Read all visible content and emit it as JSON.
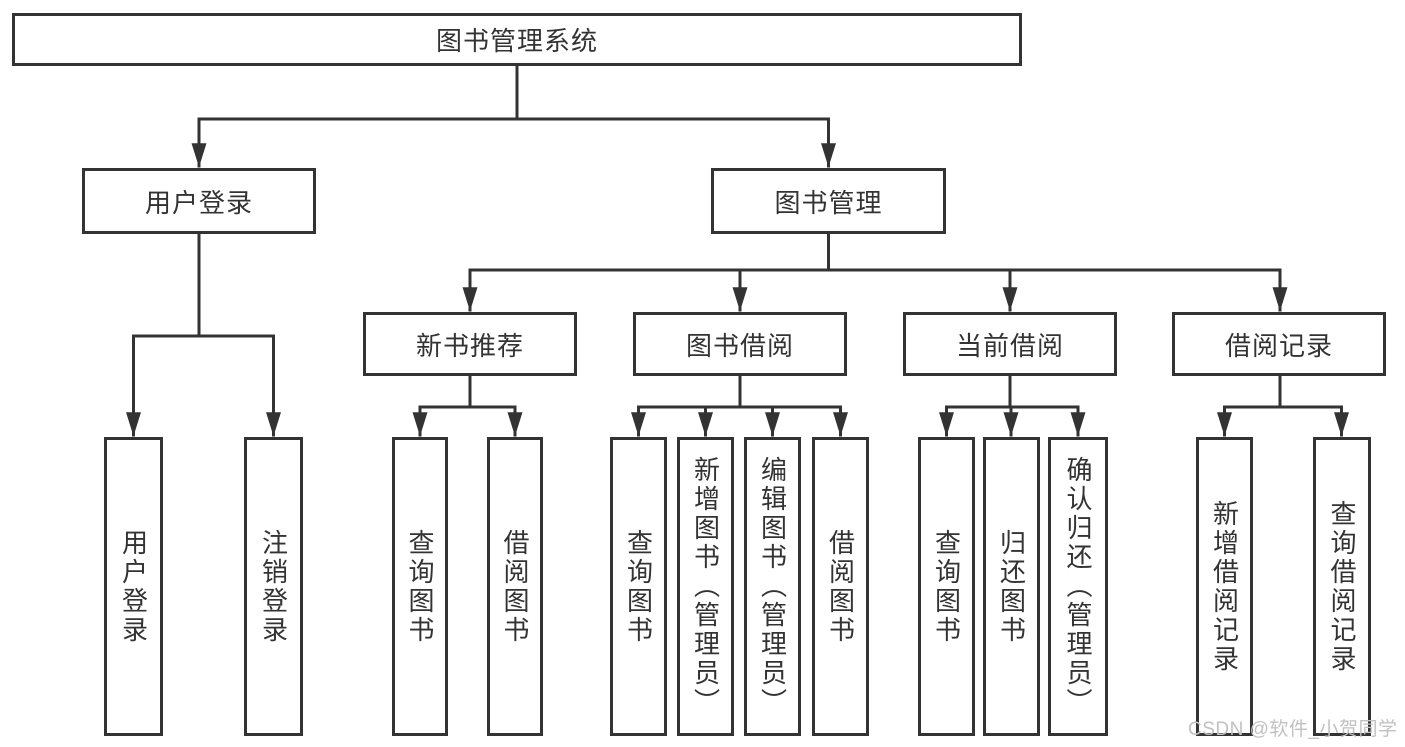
{
  "colors": {
    "line": "#333333",
    "box_border": "#333333",
    "text": "#333333",
    "background": "#ffffff",
    "watermark": "#c1c1c1"
  },
  "watermark": "CSDN @软件_小贺同学",
  "nodes": {
    "root": "图书管理系统",
    "user_login": "用户登录",
    "book_management": "图书管理",
    "new_book_recommend": "新书推荐",
    "book_borrowing": "图书借阅",
    "current_borrowing": "当前借阅",
    "borrowing_records": "借阅记录",
    "leaf_user_login": "用户登录",
    "leaf_logout_login": "注销登录",
    "leaf_recommend_query_books": "查询图书",
    "leaf_recommend_borrow_books": "借阅图书",
    "leaf_borrowing_query_books": "查询图书",
    "leaf_borrowing_add_books": "新增图书（管理员）",
    "leaf_borrowing_edit_books": "编辑图书（管理员）",
    "leaf_borrowing_borrow_books": "借阅图书",
    "leaf_current_query_books": "查询图书",
    "leaf_current_return_books": "归还图书",
    "leaf_current_confirm_return": "确认归还（管理员）",
    "leaf_records_add_record": "新增借阅记录",
    "leaf_records_query_record": "查询借阅记录"
  },
  "hierarchy": {
    "图书管理系统": {
      "用户登录": [
        "用户登录",
        "注销登录"
      ],
      "图书管理": {
        "新书推荐": [
          "查询图书",
          "借阅图书"
        ],
        "图书借阅": [
          "查询图书",
          "新增图书（管理员）",
          "编辑图书（管理员）",
          "借阅图书"
        ],
        "当前借阅": [
          "查询图书",
          "归还图书",
          "确认归还（管理员）"
        ],
        "借阅记录": [
          "新增借阅记录",
          "查询借阅记录"
        ]
      }
    }
  }
}
